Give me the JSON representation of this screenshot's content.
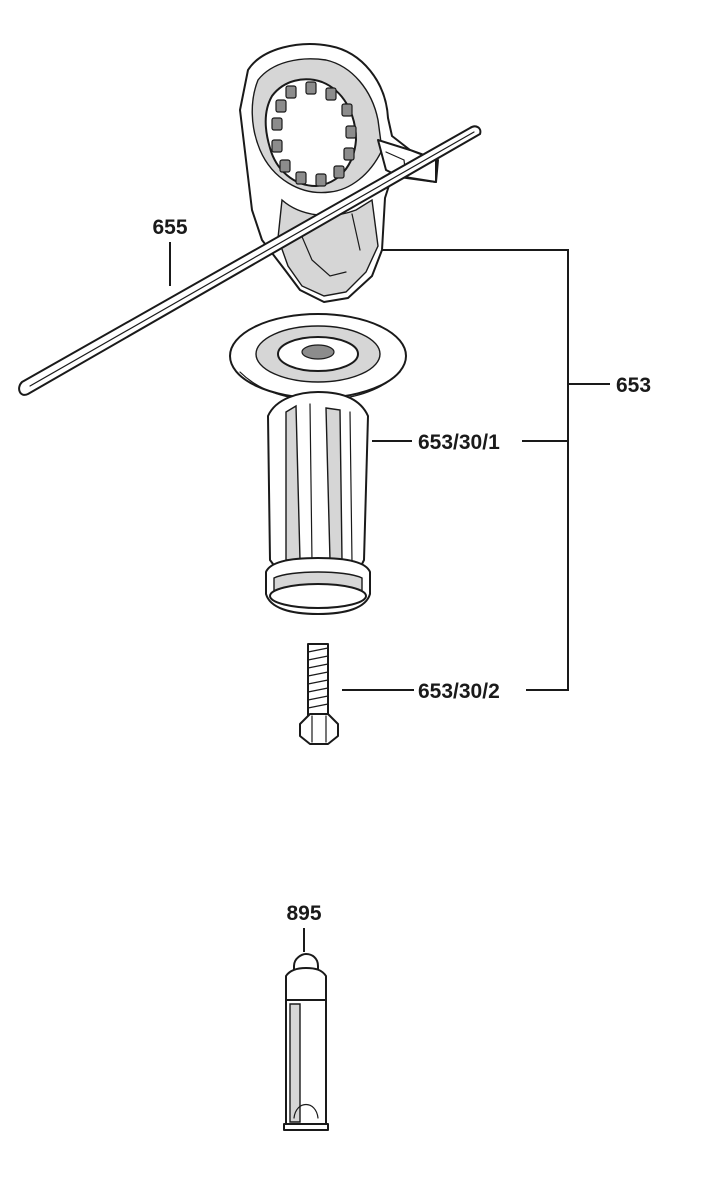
{
  "labels": {
    "rod": "655",
    "assembly": "653",
    "grip": "653/30/1",
    "bolt": "653/30/2",
    "tube": "895"
  },
  "colors": {
    "ink": "#1a1a1a",
    "shade": "#d6d6d6",
    "background": "#ffffff"
  }
}
